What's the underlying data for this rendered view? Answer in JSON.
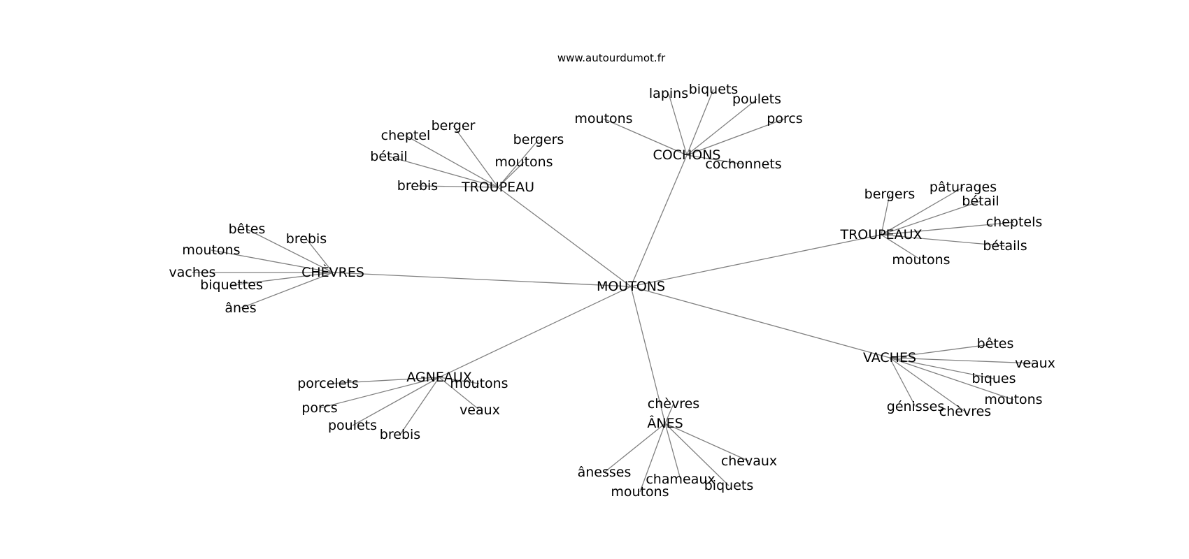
{
  "site": "www.autourdumot.fr",
  "graph": {
    "root": "MOUTONS",
    "nodes": [
      {
        "id": "root",
        "label": "MOUTONS"
      },
      {
        "id": "troupeau",
        "label": "TROUPEAU"
      },
      {
        "id": "cochons",
        "label": "COCHONS"
      },
      {
        "id": "troupeaux",
        "label": "TROUPEAUX"
      },
      {
        "id": "chevres_hub",
        "label": "CHÈVRES"
      },
      {
        "id": "agneaux",
        "label": "AGNEAUX"
      },
      {
        "id": "anes_hub",
        "label": "ÂNES"
      },
      {
        "id": "vaches_hub",
        "label": "VACHES"
      },
      {
        "id": "t1",
        "label": "berger"
      },
      {
        "id": "t2",
        "label": "cheptel"
      },
      {
        "id": "t3",
        "label": "bétail"
      },
      {
        "id": "t4",
        "label": "bergers"
      },
      {
        "id": "t5",
        "label": "moutons"
      },
      {
        "id": "t6",
        "label": "brebis"
      },
      {
        "id": "c1",
        "label": "lapins"
      },
      {
        "id": "c2",
        "label": "biquets"
      },
      {
        "id": "c3",
        "label": "poulets"
      },
      {
        "id": "c4",
        "label": "porcs"
      },
      {
        "id": "c5",
        "label": "moutons"
      },
      {
        "id": "c6",
        "label": "cochonnets"
      },
      {
        "id": "x1",
        "label": "bergers"
      },
      {
        "id": "x2",
        "label": "pâturages"
      },
      {
        "id": "x3",
        "label": "bétail"
      },
      {
        "id": "x4",
        "label": "cheptels"
      },
      {
        "id": "x5",
        "label": "bétails"
      },
      {
        "id": "x6",
        "label": "moutons"
      },
      {
        "id": "h1",
        "label": "bêtes"
      },
      {
        "id": "h2",
        "label": "brebis"
      },
      {
        "id": "h3",
        "label": "moutons"
      },
      {
        "id": "h4",
        "label": "vaches"
      },
      {
        "id": "h5",
        "label": "biquettes"
      },
      {
        "id": "h6",
        "label": "ânes"
      },
      {
        "id": "a1",
        "label": "porcelets"
      },
      {
        "id": "a2",
        "label": "moutons"
      },
      {
        "id": "a3",
        "label": "porcs"
      },
      {
        "id": "a4",
        "label": "veaux"
      },
      {
        "id": "a5",
        "label": "poulets"
      },
      {
        "id": "a6",
        "label": "brebis"
      },
      {
        "id": "n1",
        "label": "chèvres"
      },
      {
        "id": "n2",
        "label": "chevaux"
      },
      {
        "id": "n3",
        "label": "ânesses"
      },
      {
        "id": "n4",
        "label": "chameaux"
      },
      {
        "id": "n5",
        "label": "biquets"
      },
      {
        "id": "n6",
        "label": "moutons"
      },
      {
        "id": "v1",
        "label": "bêtes"
      },
      {
        "id": "v2",
        "label": "veaux"
      },
      {
        "id": "v3",
        "label": "biques"
      },
      {
        "id": "v4",
        "label": "moutons"
      },
      {
        "id": "v5",
        "label": "génisses"
      },
      {
        "id": "v6",
        "label": "chèvres"
      }
    ],
    "edges": [
      [
        "root",
        "troupeau"
      ],
      [
        "root",
        "cochons"
      ],
      [
        "root",
        "troupeaux"
      ],
      [
        "root",
        "chevres_hub"
      ],
      [
        "root",
        "agneaux"
      ],
      [
        "root",
        "anes_hub"
      ],
      [
        "root",
        "vaches_hub"
      ],
      [
        "troupeau",
        "t1"
      ],
      [
        "troupeau",
        "t2"
      ],
      [
        "troupeau",
        "t3"
      ],
      [
        "troupeau",
        "t4"
      ],
      [
        "troupeau",
        "t5"
      ],
      [
        "troupeau",
        "t6"
      ],
      [
        "cochons",
        "c1"
      ],
      [
        "cochons",
        "c2"
      ],
      [
        "cochons",
        "c3"
      ],
      [
        "cochons",
        "c4"
      ],
      [
        "cochons",
        "c5"
      ],
      [
        "cochons",
        "c6"
      ],
      [
        "troupeaux",
        "x1"
      ],
      [
        "troupeaux",
        "x2"
      ],
      [
        "troupeaux",
        "x3"
      ],
      [
        "troupeaux",
        "x4"
      ],
      [
        "troupeaux",
        "x5"
      ],
      [
        "troupeaux",
        "x6"
      ],
      [
        "chevres_hub",
        "h1"
      ],
      [
        "chevres_hub",
        "h2"
      ],
      [
        "chevres_hub",
        "h3"
      ],
      [
        "chevres_hub",
        "h4"
      ],
      [
        "chevres_hub",
        "h5"
      ],
      [
        "chevres_hub",
        "h6"
      ],
      [
        "agneaux",
        "a1"
      ],
      [
        "agneaux",
        "a2"
      ],
      [
        "agneaux",
        "a3"
      ],
      [
        "agneaux",
        "a4"
      ],
      [
        "agneaux",
        "a5"
      ],
      [
        "agneaux",
        "a6"
      ],
      [
        "anes_hub",
        "n1"
      ],
      [
        "anes_hub",
        "n2"
      ],
      [
        "anes_hub",
        "n3"
      ],
      [
        "anes_hub",
        "n4"
      ],
      [
        "anes_hub",
        "n5"
      ],
      [
        "anes_hub",
        "n6"
      ],
      [
        "vaches_hub",
        "v1"
      ],
      [
        "vaches_hub",
        "v2"
      ],
      [
        "vaches_hub",
        "v3"
      ],
      [
        "vaches_hub",
        "v4"
      ],
      [
        "vaches_hub",
        "v5"
      ],
      [
        "vaches_hub",
        "v6"
      ]
    ]
  },
  "colors": {
    "edge": "#808080",
    "text": "#000000",
    "background": "#ffffff"
  }
}
